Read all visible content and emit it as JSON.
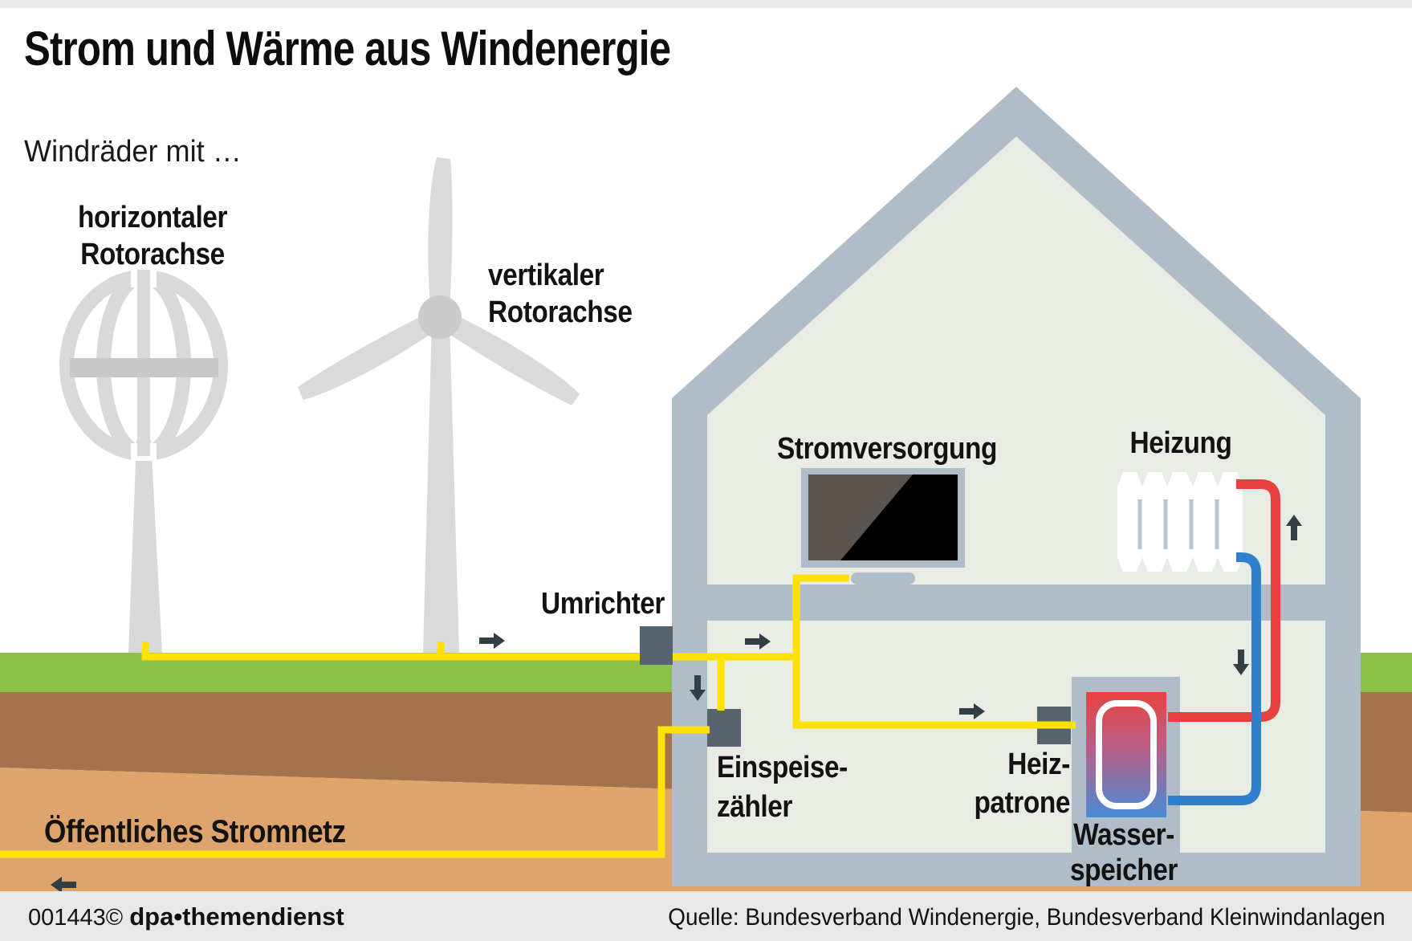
{
  "header": {
    "title": "Strom und Wärme aus Windenergie",
    "subtitle": "Windräder mit …"
  },
  "labels": {
    "turbine_horizontal_line1": "horizontaler",
    "turbine_horizontal_line2": "Rotorachse",
    "turbine_vertical_line1": "vertikaler",
    "turbine_vertical_line2": "Rotorachse",
    "power_supply": "Stromversorgung",
    "heating": "Heizung",
    "converter": "Umrichter",
    "feed_meter_line1": "Einspeise-",
    "feed_meter_line2": "zähler",
    "heating_cartridge_line1": "Heiz-",
    "heating_cartridge_line2": "patrone",
    "water_tank_line1": "Wasser-",
    "water_tank_line2": "speicher",
    "public_grid": "Öffentliches Stromnetz"
  },
  "footer": {
    "id": "001443©",
    "brand": "dpa•themendienst",
    "source": "Quelle: Bundesverband Windenergie, Bundesverband Kleinwindanlagen"
  },
  "icons": {
    "flow_arrows": [
      "flow-arrow-right-icon",
      "flow-arrow-right-icon",
      "flow-arrow-down-icon",
      "flow-arrow-right-icon",
      "flow-arrow-up-icon",
      "flow-arrow-down-icon",
      "flow-arrow-left-icon"
    ]
  },
  "colors": {
    "structure_gray": "#aebdc7",
    "interior": "#e9ece5",
    "turbine_gray": "#dadada",
    "electricity_yellow": "#ffe106",
    "grass_green": "#8cc04a",
    "soil_dark": "#a5734b",
    "soil_light": "#dfa46b",
    "pipe_red": "#e8403e",
    "pipe_blue": "#2f80cd",
    "device_slate": "#55646f",
    "arrow_dark": "#333d44",
    "footer_gray": "#e8e8e8"
  }
}
